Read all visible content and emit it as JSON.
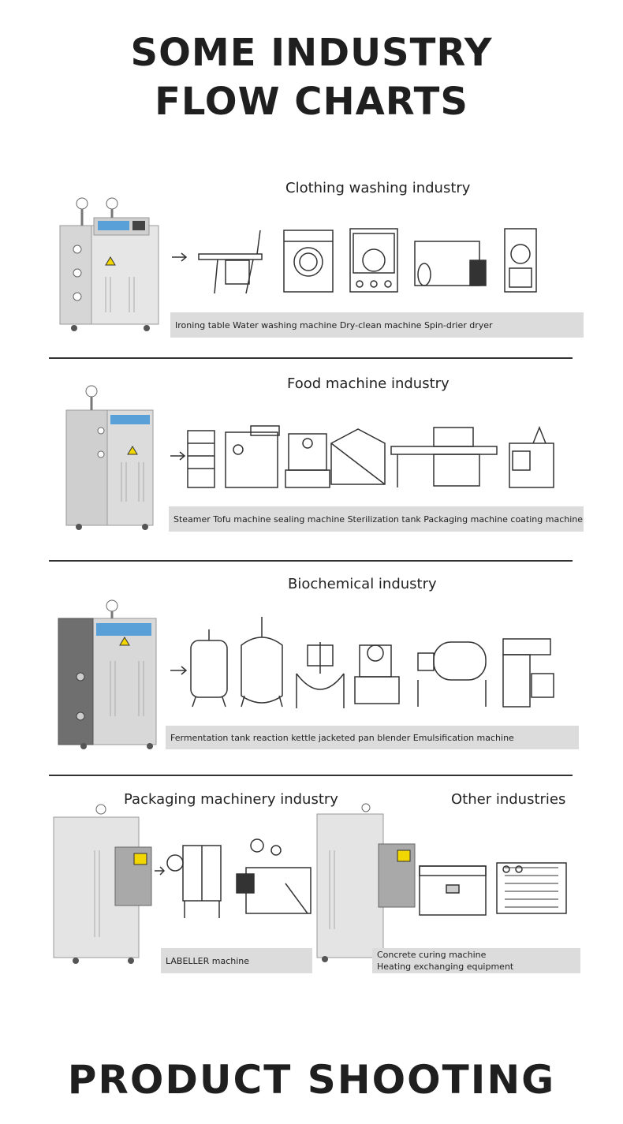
{
  "header": {
    "line1": "SOME INDUSTRY",
    "line2": "FLOW CHARTS"
  },
  "sections": [
    {
      "title": "Clothing washing industry",
      "caption": "Ironing table  Water washing machine Dry-clean machine Spin-drier dryer"
    },
    {
      "title": "Food machine industry",
      "caption": "Steamer Tofu machine sealing machine Sterilization tank  Packaging machine coating machine"
    },
    {
      "title": "Biochemical industry",
      "caption": "Fermentation tank  reaction kettle  jacketed pan  blender  Emulsification machine"
    },
    {
      "title": "Packaging machinery industry",
      "caption": "LABELLER machine"
    },
    {
      "title": "Other industries",
      "caption_line1": "Concrete curing machine",
      "caption_line2": "Heating exchanging equipment"
    }
  ],
  "footer": {
    "title": "PRODUCT SHOOTING"
  }
}
